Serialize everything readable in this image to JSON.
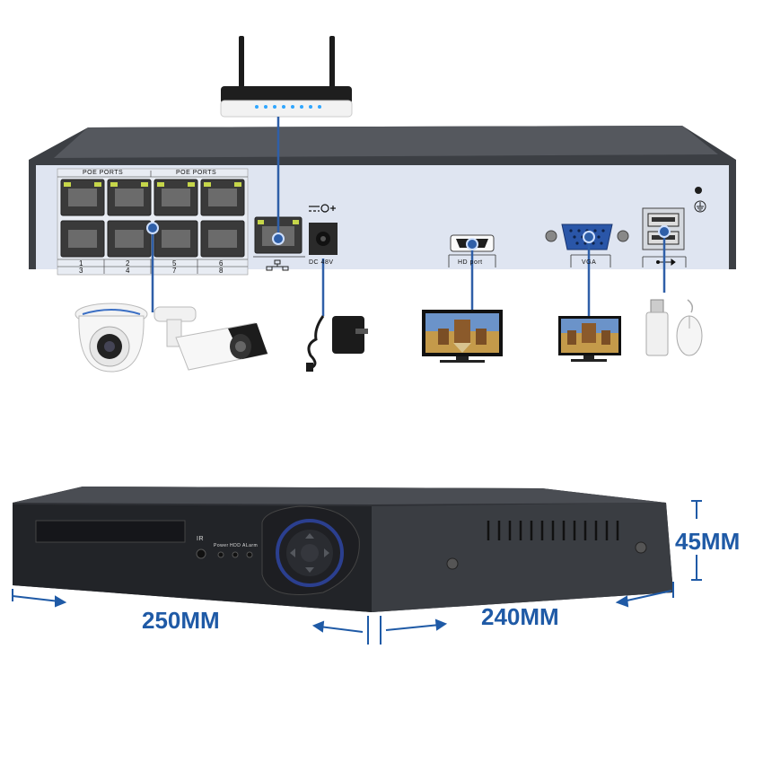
{
  "rear_panel": {
    "poe_label_left": "POE PORTS",
    "poe_label_right": "POE PORTS",
    "port_numbers_top": [
      "1",
      "2",
      "5",
      "6"
    ],
    "port_numbers_bottom": [
      "3",
      "4",
      "7",
      "8"
    ],
    "power_label": "DC 48V",
    "hdmi_label": "HD port",
    "vga_label": "VGA"
  },
  "front_panel": {
    "ir_label": "IR",
    "power_label": "Power",
    "hdd_label": "HDD",
    "alarm_label": "ALarm"
  },
  "dimensions": {
    "width": "250MM",
    "depth": "240MM",
    "height": "45MM"
  },
  "colors": {
    "connector_line": "#2f5fa8",
    "dimension_text": "#1f5aa6",
    "panel_face": "#dfe5f1",
    "chassis": "#3a3d42"
  },
  "devices": [
    "router-icon",
    "dome-camera-icon",
    "bullet-camera-icon",
    "power-adapter-icon",
    "hdmi-monitor-icon",
    "vga-monitor-icon",
    "usb-drive-icon",
    "mouse-icon"
  ]
}
